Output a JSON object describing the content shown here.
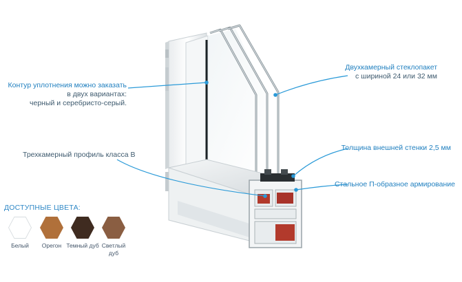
{
  "callouts": {
    "seal": {
      "line1": "Контур уплотнения можно заказать",
      "line2": "в двух вариантах:",
      "line3": "черный и серебристо-серый."
    },
    "glass": {
      "line1": "Двухкамерный стеклопакет",
      "line2": "с шириной 24 или 32 мм"
    },
    "profile": "Трехкамерный профиль класса В",
    "wall": "Толщина внешней стенки 2,5 мм",
    "reinforce": "Стальное П-образное армирование"
  },
  "colors": {
    "title": "ДОСТУПНЫЕ ЦВЕТА:",
    "items": [
      {
        "name": "Белый",
        "hex": "#ffffff"
      },
      {
        "name": "Орегон",
        "hex": "#b0703a"
      },
      {
        "name": "Темный дуб",
        "hex": "#3f2b20"
      },
      {
        "name": "Светлый дуб",
        "hex": "#8a5e42"
      }
    ]
  },
  "style": {
    "line_color": "#2a9ad8"
  }
}
